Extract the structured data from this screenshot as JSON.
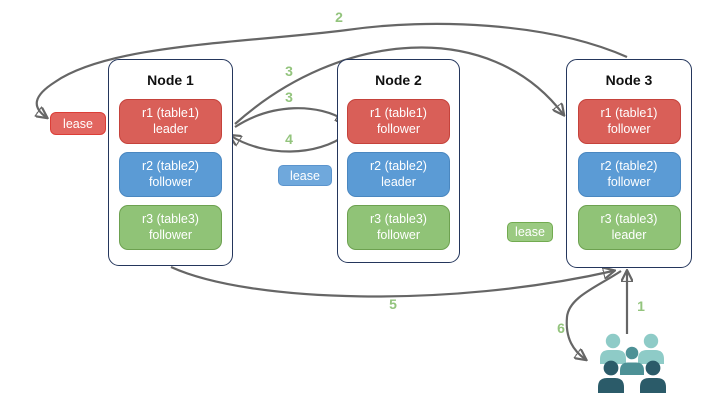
{
  "nodes": [
    {
      "title": "Node 1",
      "replicas": [
        {
          "name": "r1 (table1)",
          "role": "leader"
        },
        {
          "name": "r2 (table2)",
          "role": "follower"
        },
        {
          "name": "r3 (table3)",
          "role": "follower"
        }
      ]
    },
    {
      "title": "Node 2",
      "replicas": [
        {
          "name": "r1 (table1)",
          "role": "follower"
        },
        {
          "name": "r2 (table2)",
          "role": "leader"
        },
        {
          "name": "r3 (table3)",
          "role": "follower"
        }
      ]
    },
    {
      "title": "Node 3",
      "replicas": [
        {
          "name": "r1 (table1)",
          "role": "follower"
        },
        {
          "name": "r2 (table2)",
          "role": "follower"
        },
        {
          "name": "r3 (table3)",
          "role": "leader"
        }
      ]
    }
  ],
  "leases": [
    {
      "label": "lease",
      "color": "#e2655f"
    },
    {
      "label": "lease",
      "color": "#6fa8dc"
    },
    {
      "label": "lease",
      "color": "#9bca82"
    }
  ],
  "steps": {
    "s1": "1",
    "s2": "2",
    "s3a": "3",
    "s3b": "3",
    "s4": "4",
    "s5": "5",
    "s6": "6"
  },
  "client": {
    "icon": "users-icon"
  },
  "colors": {
    "node_border": "#24365c",
    "replica_red": "#d95f58",
    "replica_blue": "#5b9bd5",
    "replica_green": "#90c377",
    "arrow_gray": "#666666",
    "step_label_green": "#93c47d",
    "users_light_teal": "#8ecbc7",
    "users_mid_teal": "#4d9196",
    "users_dark_teal": "#2b5b69"
  }
}
